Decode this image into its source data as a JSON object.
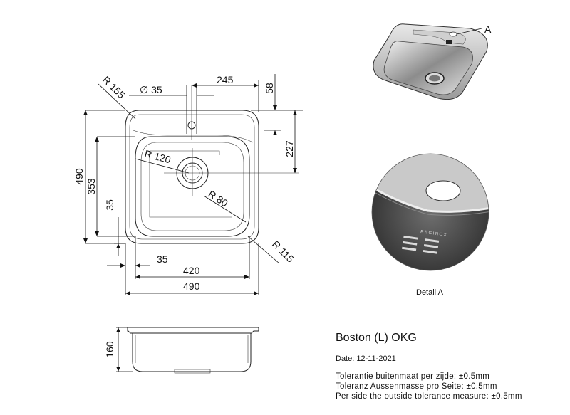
{
  "dimensions": {
    "top_245": "245",
    "top_58": "58",
    "hole_dia": "∅ 35",
    "r155": "R 155",
    "r120": "R 120",
    "r80": "R 80",
    "r115": "R 115",
    "h490": "490",
    "h353": "353",
    "h35": "35",
    "h227": "227",
    "w35": "35",
    "w420": "420",
    "w490": "490",
    "depth160": "160"
  },
  "detail": {
    "callout": "A",
    "label": "Detail A",
    "logo_text": "REGINOX"
  },
  "info": {
    "title": "Boston (L) OKG",
    "date": "Date: 12-11-2021",
    "tolerances": [
      "Tolerantie buitenmaat per zijde: ±0.5mm",
      "Toleranz Aussenmasse pro Seite: ±0.5mm",
      "Per side the outside tolerance measure: ±0.5mm"
    ]
  }
}
